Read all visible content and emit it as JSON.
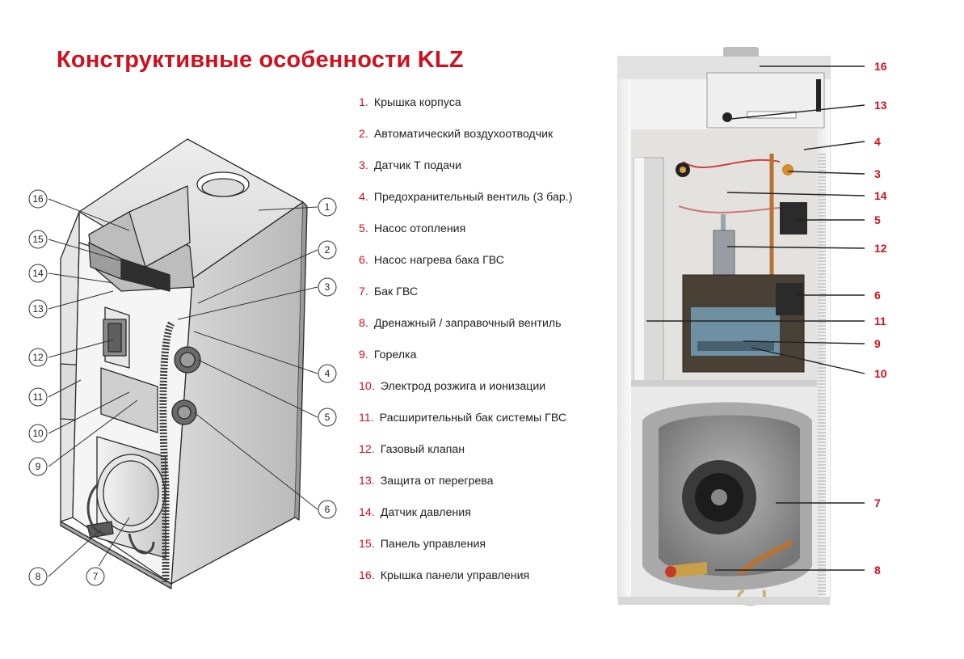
{
  "title": "Конструктивные особенности KLZ",
  "legend": [
    {
      "num": "1.",
      "label": "Крышка корпуса"
    },
    {
      "num": "2.",
      "label": "Автоматический воздухоотводчик"
    },
    {
      "num": "3.",
      "label": "Датчик  Т подачи"
    },
    {
      "num": "4.",
      "label": "Предохранительный вентиль (3 бар.)"
    },
    {
      "num": "5.",
      "label": "Насос отопления"
    },
    {
      "num": "6.",
      "label": "Насос нагрева бака ГВС"
    },
    {
      "num": "7.",
      "label": "Бак ГВС"
    },
    {
      "num": "8.",
      "label": "Дренажный / заправочный вентиль"
    },
    {
      "num": "9.",
      "label": "Горелка"
    },
    {
      "num": "10.",
      "label": "Электрод розжига и ионизации"
    },
    {
      "num": "11.",
      "label": "Расширительный бак системы ГВС"
    },
    {
      "num": "12.",
      "label": "Газовый клапан"
    },
    {
      "num": "13.",
      "label": "Защита от перегрева"
    },
    {
      "num": "14.",
      "label": "Датчик давления"
    },
    {
      "num": "15.",
      "label": "Панель управления"
    },
    {
      "num": "16.",
      "label": "Крышка панели управления"
    }
  ],
  "drawing_callouts": [
    "16",
    "15",
    "14",
    "13",
    "12",
    "11",
    "10",
    "9",
    "8",
    "7",
    "1",
    "2",
    "3",
    "4",
    "5",
    "6"
  ],
  "photo_callouts": [
    "16",
    "13",
    "4",
    "3",
    "14",
    "5",
    "12",
    "6",
    "11",
    "9",
    "10",
    "7",
    "8"
  ],
  "colors": {
    "accent": "#d0101c",
    "text": "#222222"
  }
}
